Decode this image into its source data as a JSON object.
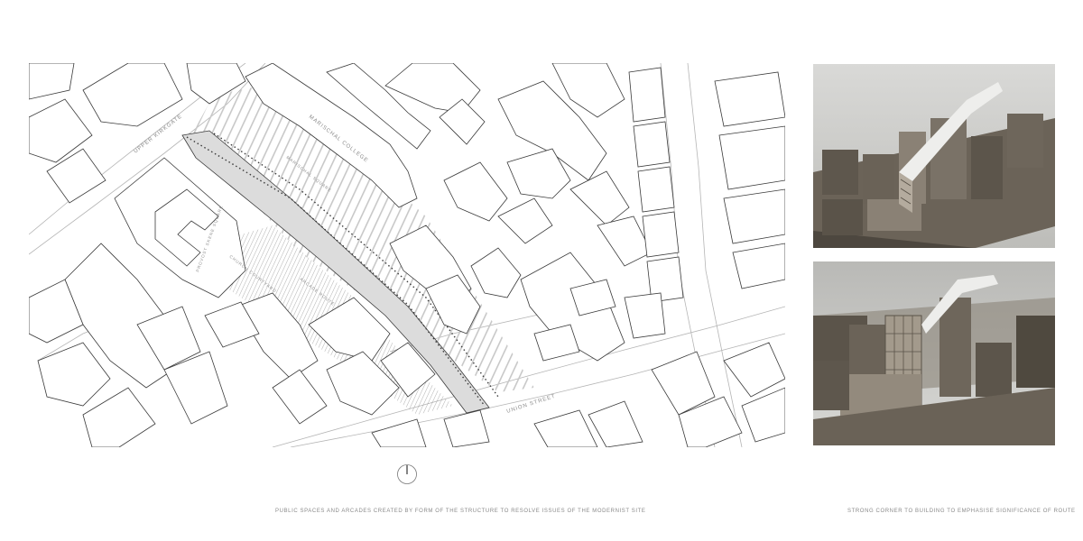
{
  "map": {
    "street_labels": {
      "upper_kirkgate": "UPPER KIRKGATE",
      "marischal_college": "MARISCHAL COLLEGE",
      "union_street": "UNION STREET",
      "square_north": "MARISCHAL SQUARE",
      "arcade": "ARCADE ROUTE",
      "courtyard": "CHURCH COURTYARD",
      "bridge": "PROVOST SKENE SQUARE"
    },
    "colors": {
      "line": "#3a3a3a",
      "light_line": "#b5b5b5",
      "hatch": "#c8c8c8",
      "route_fill": "#dedede"
    }
  },
  "photos": {
    "top": {
      "subject": "model-aerial-view"
    },
    "bottom": {
      "subject": "model-corner-view"
    }
  },
  "captions": {
    "left": "PUBLIC SPACES AND ARCADES CREATED BY FORM OF THE STRUCTURE TO RESOLVE ISSUES OF THE MODERNIST SITE",
    "right": "STRONG CORNER TO BUILDING TO EMPHASISE SIGNIFICANCE OF ROUTE"
  },
  "north_arrow": {
    "icon": "north-arrow-icon"
  }
}
